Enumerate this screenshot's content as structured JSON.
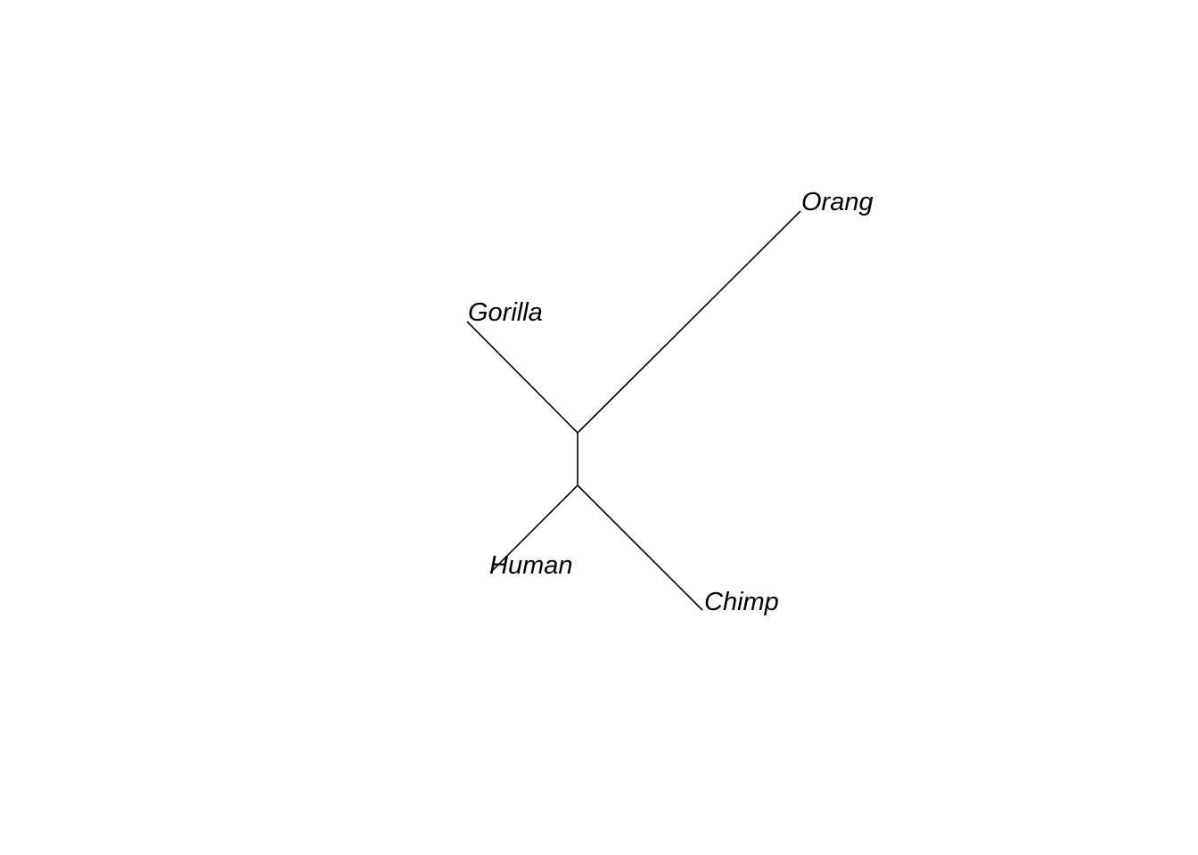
{
  "tree": {
    "type": "unrooted-phylogram",
    "taxa": [
      "Orang",
      "Gorilla",
      "Human",
      "Chimp"
    ],
    "internal_nodes": [
      "A",
      "B"
    ],
    "edges": [
      {
        "from": "A",
        "to": "Orang"
      },
      {
        "from": "A",
        "to": "Gorilla"
      },
      {
        "from": "A",
        "to": "B"
      },
      {
        "from": "B",
        "to": "Human"
      },
      {
        "from": "B",
        "to": "Chimp"
      }
    ],
    "line_color": "#000000"
  }
}
